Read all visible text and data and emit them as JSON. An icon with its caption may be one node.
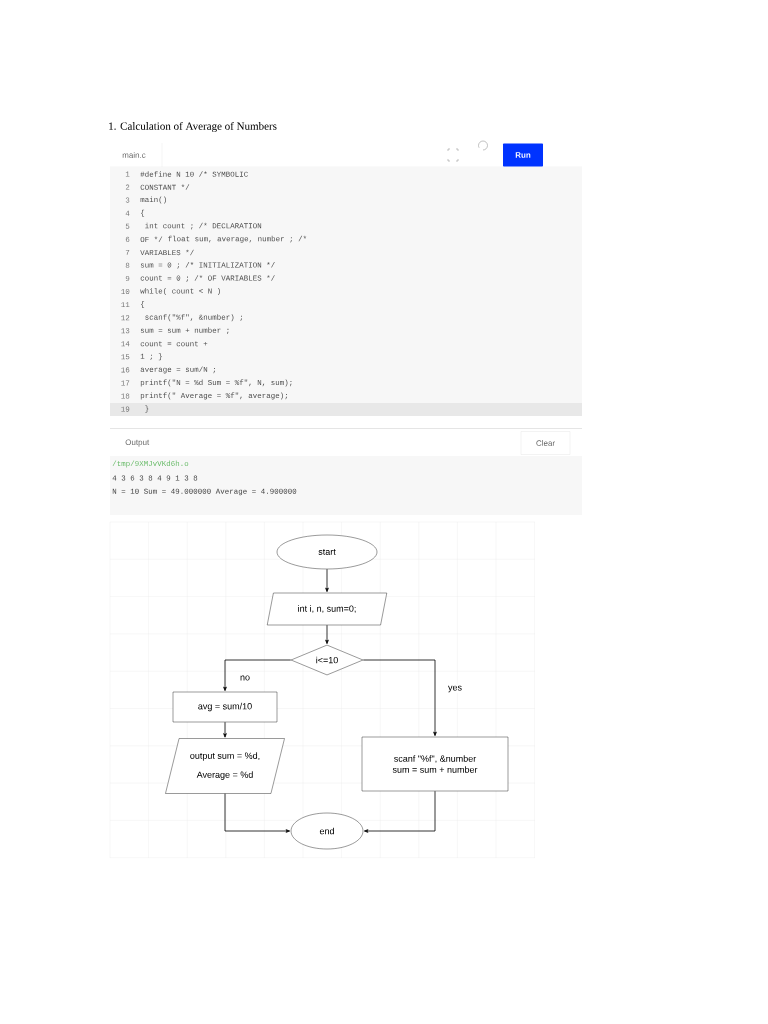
{
  "diagram": {
    "nodes": [
      {
        "text": [
          "start"
        ]
      },
      {
        "text": [
          "int i,  n, sum=0;"
        ]
      },
      {
        "text": [
          "i<=10"
        ]
      },
      {
        "text": [
          "avg = sum/10"
        ]
      },
      {
        "text": [
          "output sum = %d,",
          "Average = %d"
        ]
      },
      {
        "text": [
          "scanf \"%f\", &number",
          "sum = sum + number"
        ]
      },
      {
        "text": [
          "end"
        ]
      }
    ],
    "edges": [
      {
        "from": 0,
        "to": 1,
        "arrow": "to"
      },
      {
        "from": 1,
        "to": 2,
        "arrow": "to"
      },
      {
        "from": 2,
        "to": 3,
        "arrow": "to",
        "label": "no"
      },
      {
        "from": 3,
        "to": 4,
        "arrow": "to"
      },
      {
        "from": 4,
        "to": 6,
        "arrow": "to"
      },
      {
        "from": 2,
        "to": 5,
        "arrow": "to",
        "label": "yes"
      },
      {
        "from": 5,
        "to": 6,
        "arrow": "to"
      }
    ],
    "labels": [
      "1. Calculation of Average of Numbers",
      "main.c",
      "Run",
      "1",
      "#define N 10 /* SYMBOLIC",
      "2",
      "CONSTANT */",
      "3",
      "main()",
      "4",
      "{",
      "5",
      " int count ; /* DECLARATION",
      "6",
      "OF */",
      "float sum, average, number ; /*",
      "7",
      "VARIABLES */",
      "8",
      "sum = 0 ; /* INITIALIZATION */",
      "9",
      "count = 0 ; /* OF VARIABLES */",
      "10",
      "while( count < N )",
      "11",
      "{",
      "12",
      " scanf(\"%f\", &number) ;",
      "13",
      "sum = sum + number ;",
      "14",
      "count = count +",
      "15",
      "1 ; }",
      "16",
      "average = sum/N ;",
      "17",
      "printf(\"N = %d Sum = %f\", N, sum);",
      "18",
      "printf(\" Average = %f\", average);",
      "19",
      " }",
      "Output",
      "Clear",
      "/tmp/9XMJvVKd6h.o",
      "4 3 6 3 8 4 9 1 3 8",
      "N = 10 Sum = 49.000000 Average = 4.900000"
    ]
  }
}
